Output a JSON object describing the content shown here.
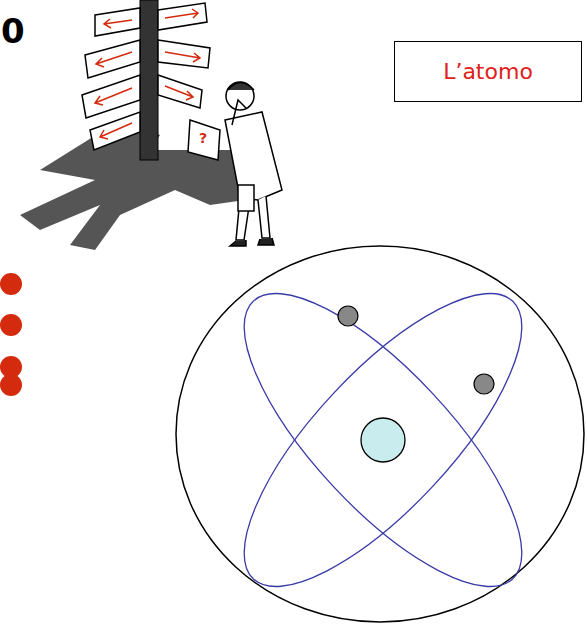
{
  "diagram": {
    "nodes": [
      {
        "text": [
          "L’atomo"
        ]
      }
    ],
    "labels": [
      "0",
      "?"
    ]
  }
}
